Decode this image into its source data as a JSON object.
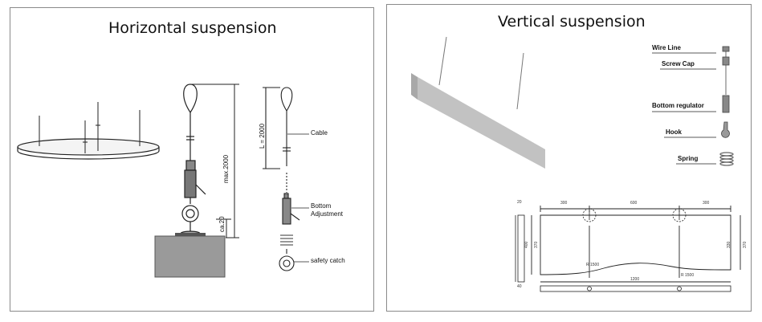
{
  "left_panel": {
    "title": "Horizontal suspension",
    "labels": {
      "max_length": "max.2000",
      "clearance": "ca.20",
      "cable_length": "L = 2000",
      "cable": "Cable",
      "bottom_adjustment_line1": "Bottom",
      "bottom_adjustment_line2": "Adjustment",
      "safety_catch": "safety catch"
    }
  },
  "right_panel": {
    "title": "Vertical suspension",
    "parts": [
      "Wire Line",
      "Screw Cap",
      "Bottom regulator",
      "Hook",
      "Spring"
    ],
    "dimensions": {
      "top_left": "300",
      "top_mid": "600",
      "top_right": "300",
      "thickness_top": "20",
      "thickness_bottom": "40",
      "side_400": "400",
      "side_370_left": "370",
      "side_330": "330",
      "side_370_right": "370",
      "radius_left": "R 1500",
      "radius_right": "R 1500",
      "length": "1200"
    }
  }
}
